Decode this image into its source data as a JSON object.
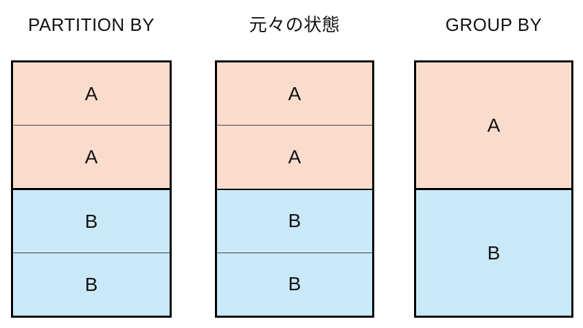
{
  "colors": {
    "group_a_fill": "#fadccd",
    "group_b_fill": "#c9e9f8",
    "outer_border": "#000000",
    "thin_divider": "#444444"
  },
  "columns": [
    {
      "title": "PARTITION BY",
      "rows": [
        "A",
        "A",
        "B",
        "B"
      ]
    },
    {
      "title": "元々の状態",
      "rows": [
        "A",
        "A",
        "B",
        "B"
      ]
    },
    {
      "title": "GROUP BY",
      "rows": [
        "A",
        "B"
      ]
    }
  ]
}
